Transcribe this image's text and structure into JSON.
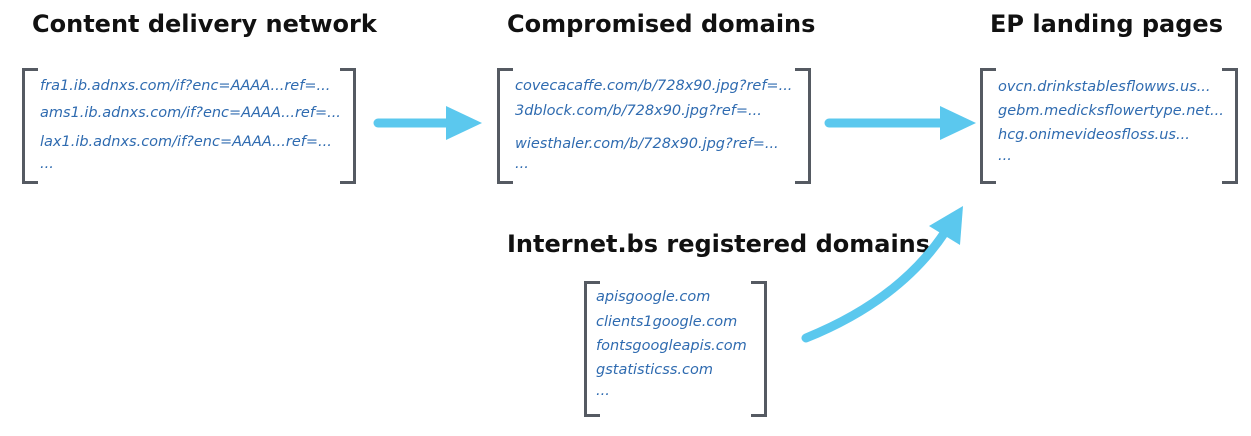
{
  "colors": {
    "arrow": "#5bc8ee",
    "bracket": "#555a62",
    "item_text": "#2f6bb0",
    "heading": "#111111"
  },
  "columns": {
    "cdn": {
      "title": "Content delivery network",
      "items": [
        "fra1.ib.adnxs.com/if?enc=AAAA...ref=...",
        "ams1.ib.adnxs.com/if?enc=AAAA...ref=...",
        "lax1.ib.adnxs.com/if?enc=AAAA...ref=...",
        "..."
      ]
    },
    "compromised": {
      "title": "Compromised domains",
      "items": [
        "covecacaffe.com/b/728x90.jpg?ref=...",
        "3dblock.com/b/728x90.jpg?ref=...",
        "wiesthaler.com/b/728x90.jpg?ref=...",
        "..."
      ]
    },
    "landing": {
      "title": "EP landing pages",
      "items": [
        "ovcn.drinkstablesflowws.us...",
        "gebm.medicksflowertype.net...",
        "hcg.onimevideosfloss.us...",
        "..."
      ]
    },
    "registered": {
      "title": "Internet.bs registered domains",
      "items": [
        "apisgoogle.com",
        "clients1google.com",
        "fontsgoogleapis.com",
        "gstatisticss.com",
        "..."
      ]
    }
  }
}
